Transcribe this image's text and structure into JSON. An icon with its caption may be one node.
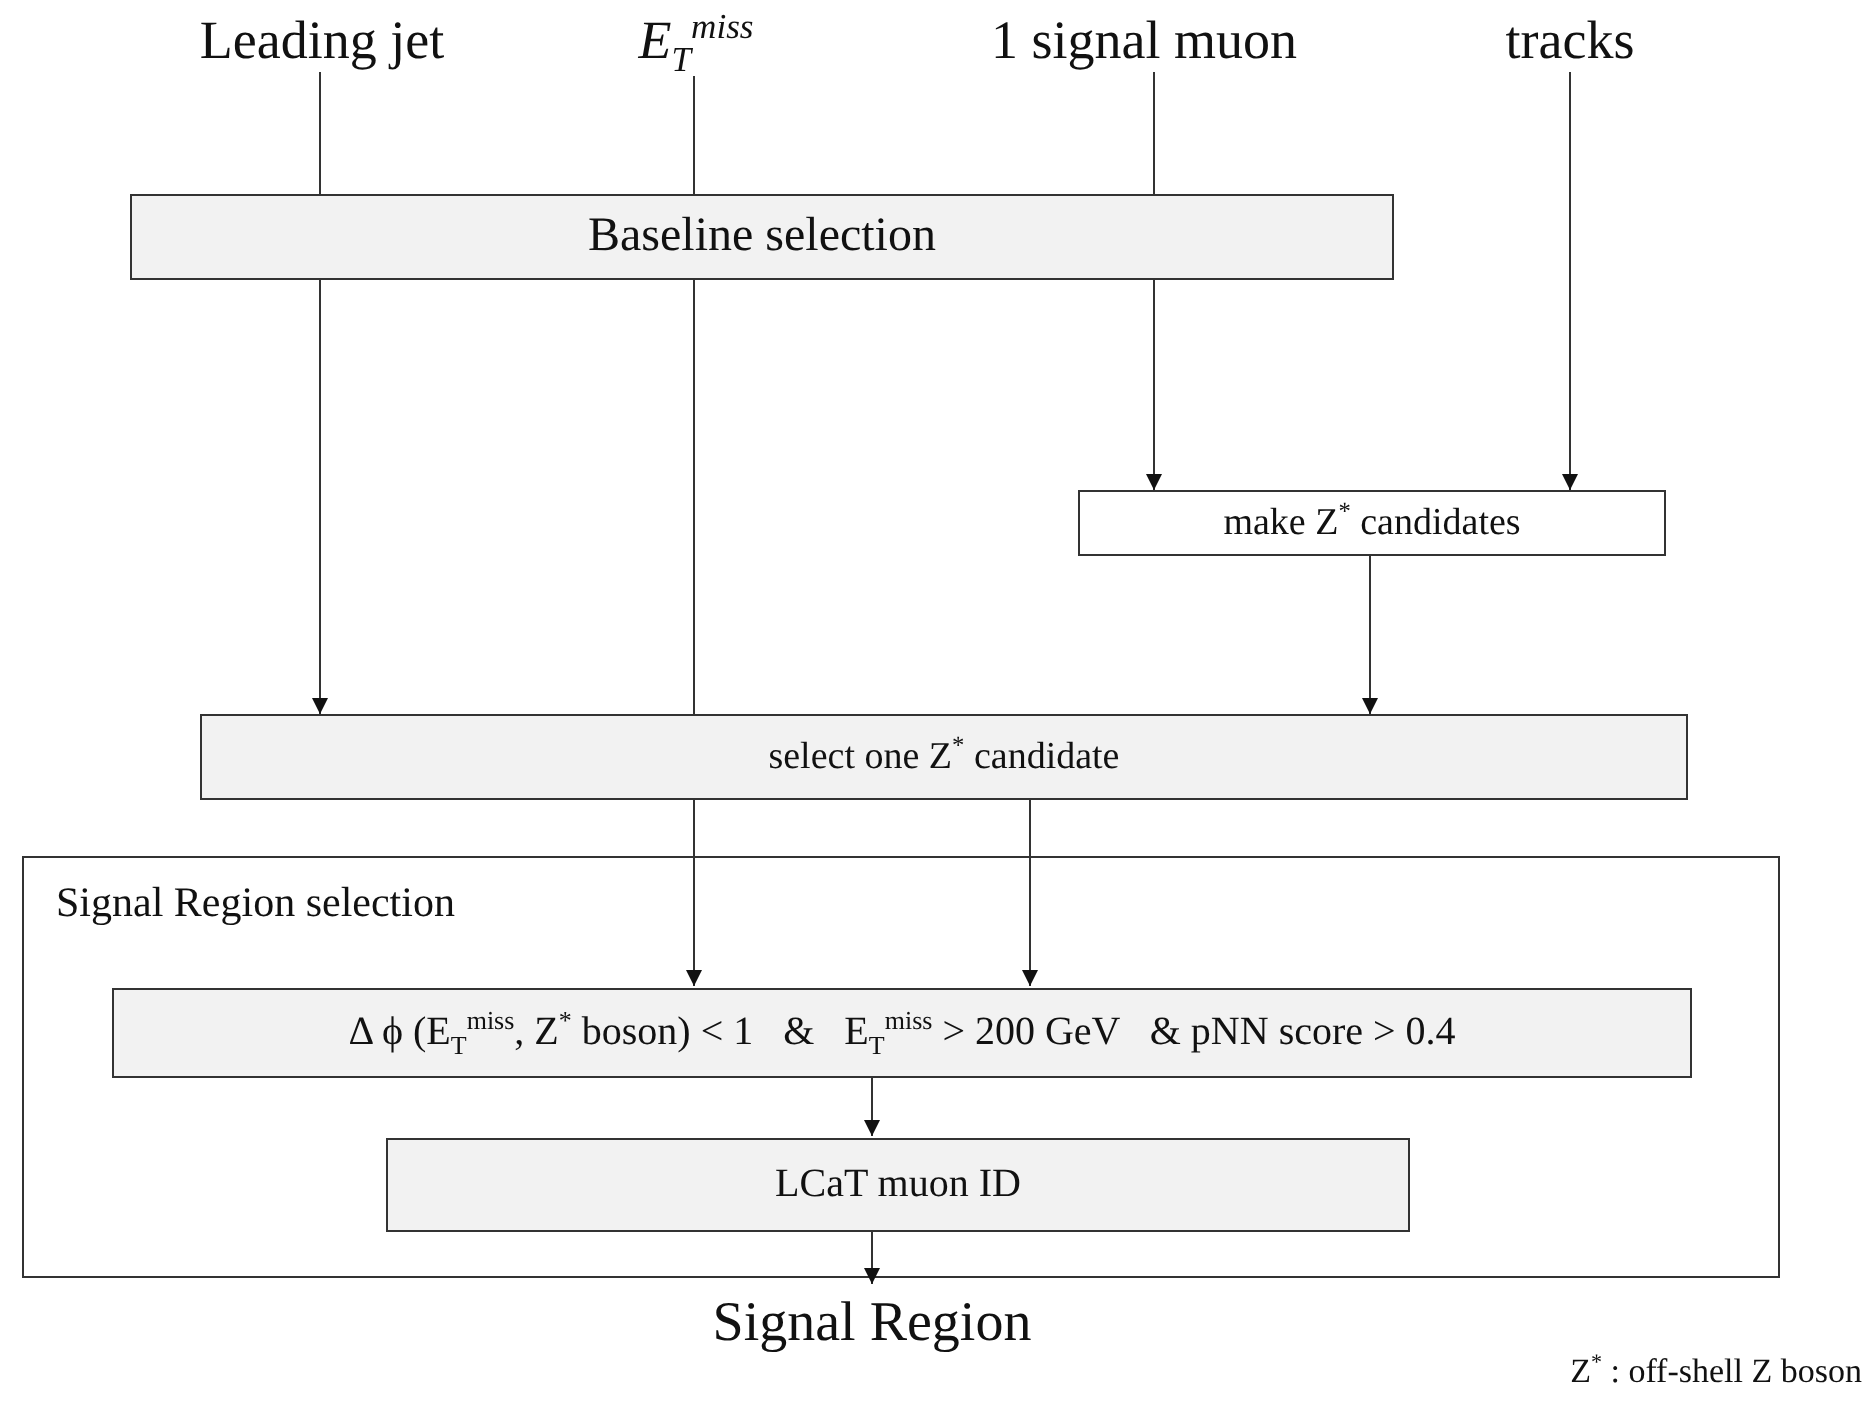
{
  "diagram": {
    "nodes": [
      {
        "text": [
          "Leading jet"
        ]
      },
      {
        "text": [
          "E$_{T}$$^{miss}$"
        ]
      },
      {
        "text": [
          "1 signal muon"
        ]
      },
      {
        "text": [
          "tracks"
        ]
      },
      {
        "text": [
          "Baseline selection"
        ]
      },
      {
        "text": [
          "make Z$^{*}$ candidates"
        ]
      },
      {
        "text": [
          "select one Z$^{*}$ candidate"
        ]
      },
      {
        "text": [
          "Signal Region selection"
        ]
      },
      {
        "text": [
          "Δ ϕ (E$_{T}$$^{miss}$, Z$^{*}$ boson) < 1   &   E$_{T}$$^{miss}$ > 200 GeV   & pNN score > 0.4"
        ],
        "in": 7
      },
      {
        "text": [
          "LCaT muon ID"
        ],
        "in": 7
      },
      {
        "text": [
          "Signal Region"
        ]
      }
    ],
    "edges": [
      {
        "from": 0,
        "to": 4,
        "arrow": "none"
      },
      {
        "from": 1,
        "to": 4,
        "arrow": "none"
      },
      {
        "from": 2,
        "to": 4,
        "arrow": "none"
      },
      {
        "from": 4,
        "to": 6,
        "arrow": "to"
      },
      {
        "from": 4,
        "to": 6,
        "arrow": "none"
      },
      {
        "from": 4,
        "to": 5,
        "arrow": "to"
      },
      {
        "from": 3,
        "to": 5,
        "arrow": "to"
      },
      {
        "from": 5,
        "to": 6,
        "arrow": "to"
      },
      {
        "from": 6,
        "to": 8,
        "arrow": "to"
      },
      {
        "from": 6,
        "to": 8,
        "arrow": "to"
      },
      {
        "from": 8,
        "to": 9,
        "arrow": "to"
      },
      {
        "from": 9,
        "to": 10,
        "arrow": "to"
      }
    ],
    "labels": [
      "Z$^{*}$ : off-shell Z boson"
    ]
  }
}
